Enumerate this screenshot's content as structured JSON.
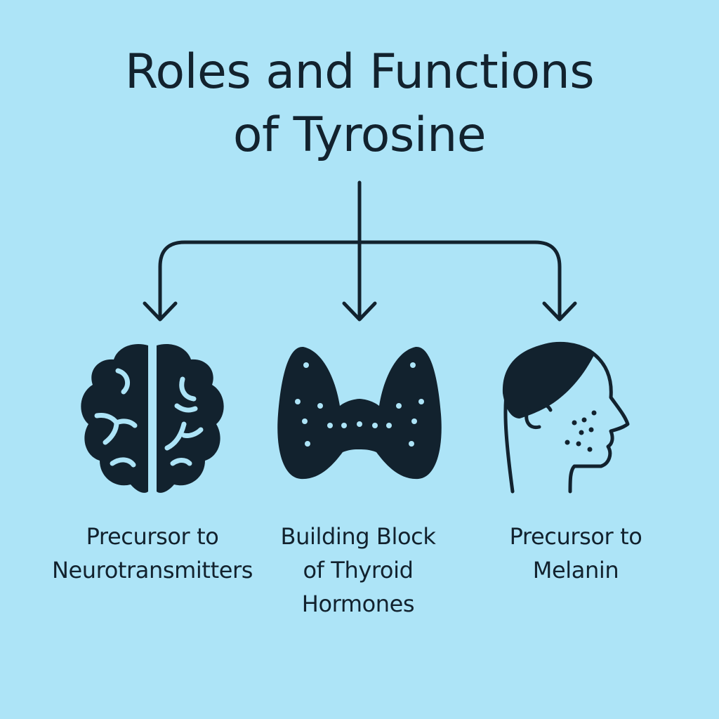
{
  "colors": {
    "background": "#ADE4F7",
    "ink": "#12222E",
    "highlight": "#ADE4F7"
  },
  "title": {
    "line1": "Roles and Functions",
    "line2": "of Tyrosine"
  },
  "roles": [
    {
      "icon": "brain-icon",
      "line1": "Precursor to",
      "line2": "Neurotransmitters"
    },
    {
      "icon": "thyroid-gland-icon",
      "line1": "Building Block",
      "line2": "of Thyroid",
      "line3": "Hormones"
    },
    {
      "icon": "face-profile-icon",
      "line1": "Precursor to",
      "line2": "Melanin"
    }
  ]
}
